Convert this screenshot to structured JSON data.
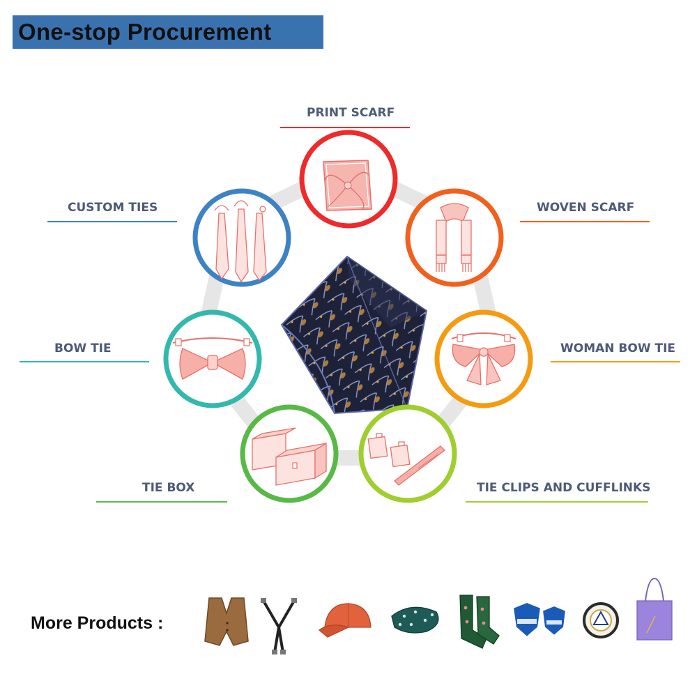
{
  "header": {
    "title": "One-stop Procurement"
  },
  "center": {
    "icon": "navy-printed-silk-scarf",
    "colors": [
      "#1e2238",
      "#c98a3a",
      "#8e9cc9"
    ]
  },
  "categories": [
    {
      "label": "PRINT SCARF",
      "color": "#ee2a2a",
      "icon": "print-scarf-icon"
    },
    {
      "label": "WOVEN SCARF",
      "color": "#f1601c",
      "icon": "woven-scarf-icon"
    },
    {
      "label": "WOMAN BOW TIE",
      "color": "#f59b12",
      "icon": "woman-bow-tie-icon"
    },
    {
      "label": "TIE CLIPS AND CUFFLINKS",
      "color": "#9fce2e",
      "icon": "tie-clips-cufflinks-icon"
    },
    {
      "label": "TIE BOX",
      "color": "#58b946",
      "icon": "tie-box-icon"
    },
    {
      "label": "BOW TIE",
      "color": "#33b8ad",
      "icon": "bow-tie-icon"
    },
    {
      "label": "CUSTOM TIES",
      "color": "#3d82c4",
      "icon": "custom-ties-icon"
    }
  ],
  "more_products": {
    "label": "More Products :",
    "items": [
      {
        "icon": "vest-icon"
      },
      {
        "icon": "suspenders-icon"
      },
      {
        "icon": "baseball-cap-icon"
      },
      {
        "icon": "patterned-scarf-icon"
      },
      {
        "icon": "socks-icon"
      },
      {
        "icon": "shield-pins-icon"
      },
      {
        "icon": "round-pin-icon"
      },
      {
        "icon": "tote-bag-icon"
      }
    ]
  }
}
